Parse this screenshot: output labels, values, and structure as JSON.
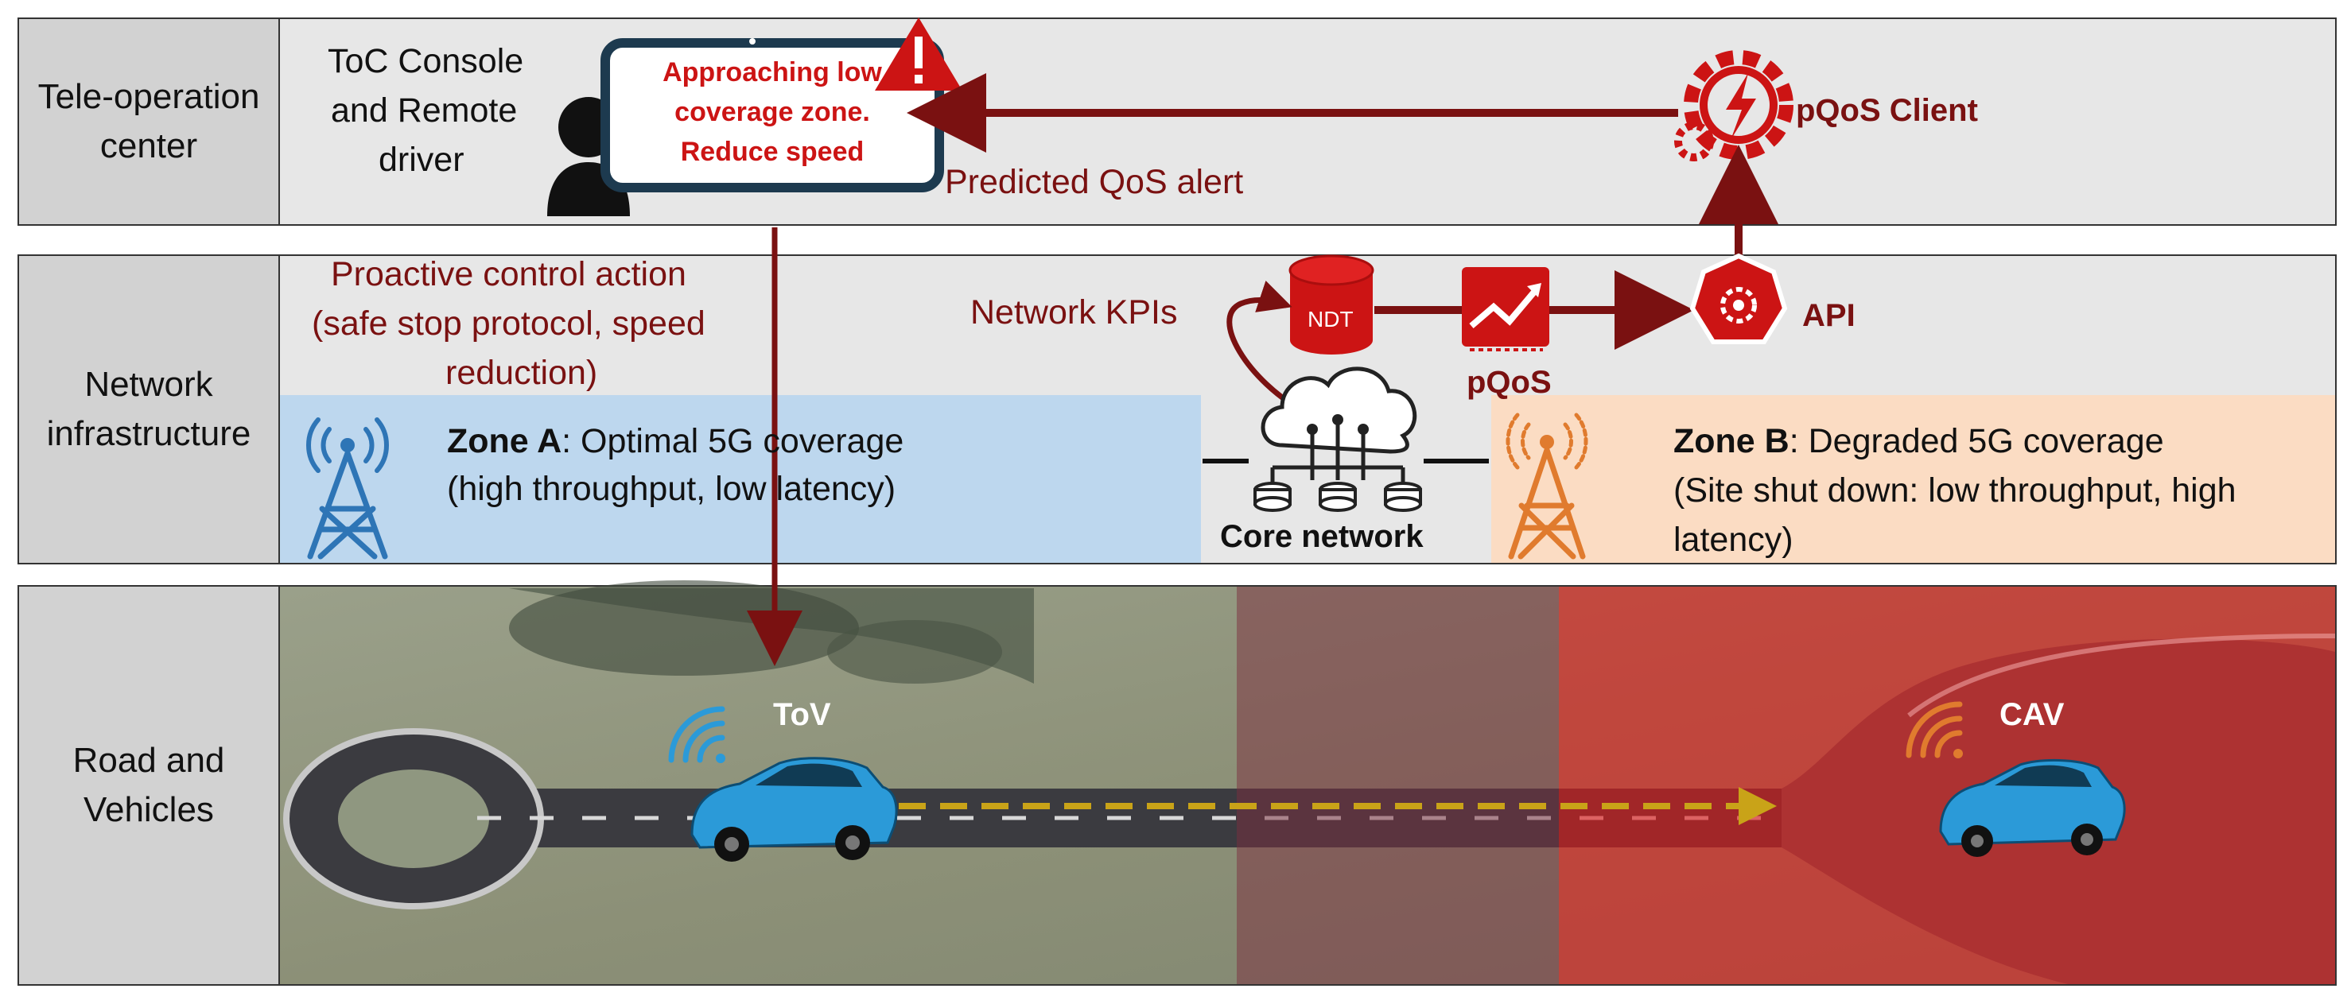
{
  "rows": {
    "teleop_label": "Tele-operation center",
    "network_label": "Network infrastructure",
    "road_label": "Road and Vehicles"
  },
  "toc": {
    "console_line1": "ToC Console",
    "console_line2": "and Remote",
    "console_line3": "driver",
    "screen_line1": "Approaching low",
    "screen_line2": "coverage zone.",
    "screen_line3": "Reduce speed",
    "alert_label": "Predicted QoS alert",
    "pqos_client": "pQoS Client"
  },
  "network": {
    "proactive_line1": "Proactive control action",
    "proactive_line2": "(safe stop protocol, speed",
    "proactive_line3": "reduction)",
    "kpis_label": "Network KPIs",
    "ndt_label": "NDT",
    "pqos_label": "pQoS",
    "api_label": "API",
    "core_label": "Core network",
    "zone_a_name": "Zone A",
    "zone_a_desc": ": Optimal 5G coverage",
    "zone_a_line2": "(high throughput, low latency)",
    "zone_b_name": "Zone B",
    "zone_b_desc": ": Degraded 5G coverage",
    "zone_b_line2": "(Site shut down: low throughput, high",
    "zone_b_line3": "latency)"
  },
  "road": {
    "tov_label": "ToV",
    "cav_label": "CAV"
  },
  "colors": {
    "dark_red": "#7a1111",
    "alert_red": "#cc1414",
    "zone_a_fill": "#bdd7ee",
    "zone_b_fill": "#fbdcc3",
    "blue_tower": "#2e75b6",
    "orange_tower": "#e07b2e",
    "car_blue": "#2b9ad8",
    "arrow_yellow": "#c9a318"
  }
}
